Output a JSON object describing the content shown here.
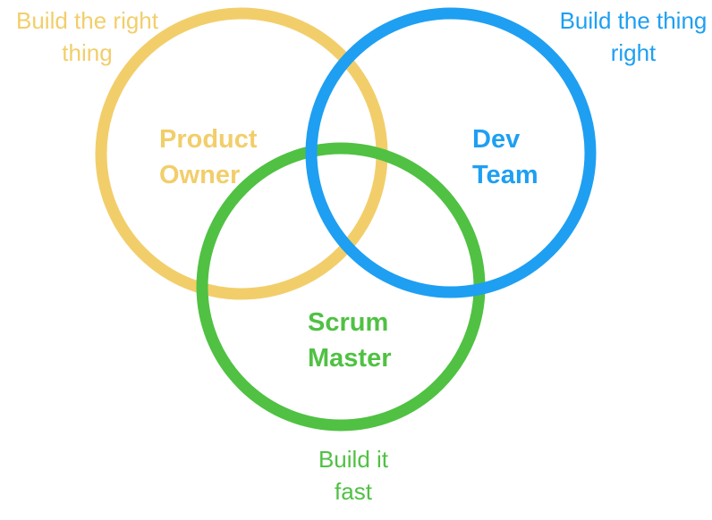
{
  "diagram": {
    "type": "venn",
    "colors": {
      "yellow": "#F2CE6B",
      "blue": "#1E9FF2",
      "green": "#50C143"
    },
    "circles": [
      {
        "role": "Product Owner",
        "motto": "Build the right thing",
        "color_name": "yellow",
        "position": "top-left"
      },
      {
        "role": "Dev Team",
        "motto": "Build the thing right",
        "color_name": "blue",
        "position": "top-right"
      },
      {
        "role": "Scrum Master",
        "motto": "Build it fast",
        "color_name": "green",
        "position": "bottom-center"
      }
    ],
    "labels": {
      "product_owner": "Product\nOwner",
      "dev_team": "Dev\nTeam",
      "scrum_master": "Scrum\nMaster",
      "motto_product_owner": "Build the right\nthing",
      "motto_dev_team": "Build the thing\nright",
      "motto_scrum_master": "Build it\nfast"
    }
  }
}
